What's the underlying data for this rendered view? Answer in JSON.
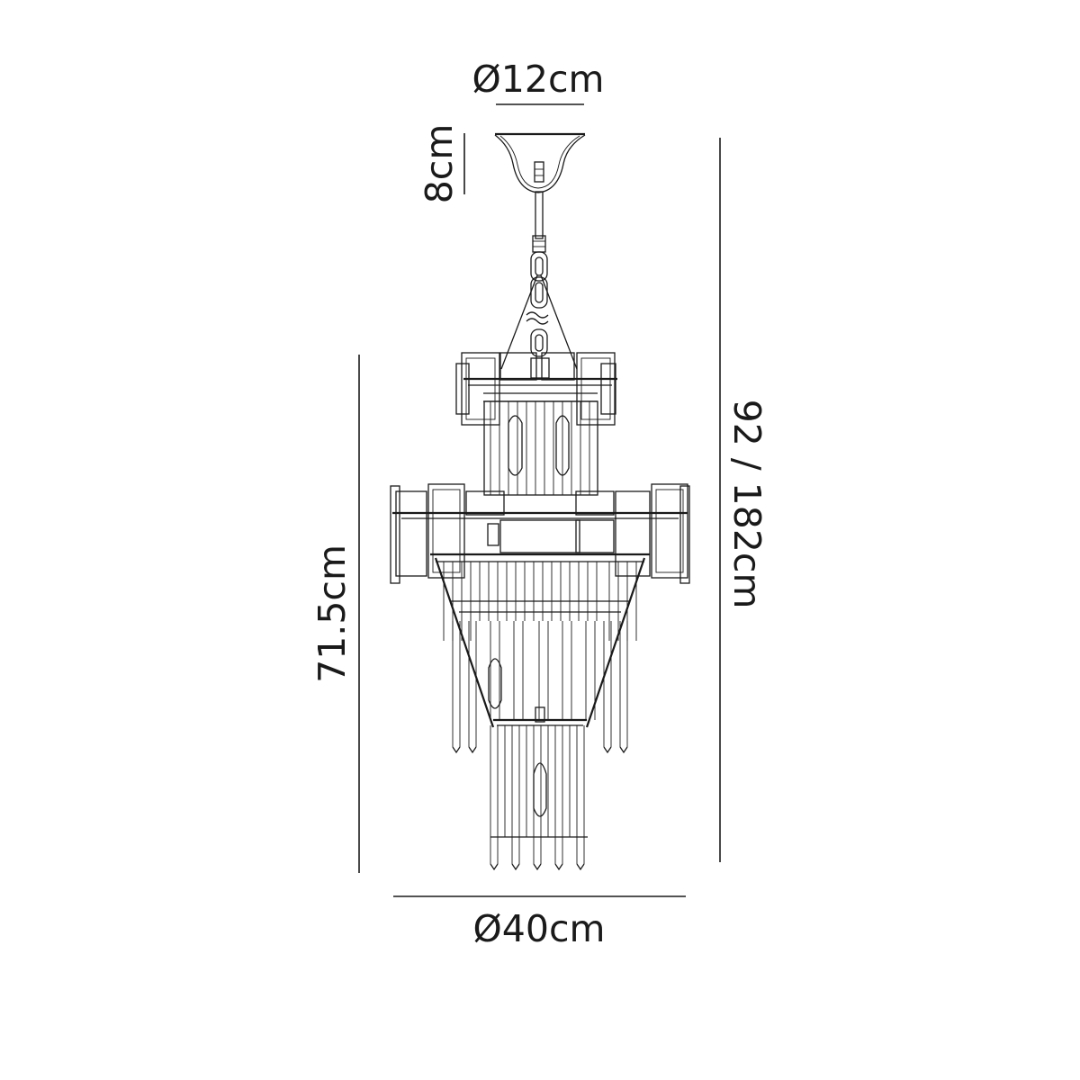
{
  "dimensions": {
    "canopy_diameter": "Ø12cm",
    "canopy_height": "8cm",
    "body_height": "71.5cm",
    "overall_height": "92 / 182cm",
    "body_diameter": "Ø40cm"
  },
  "colors": {
    "ink": "#1a1a1a",
    "background": "#ffffff"
  }
}
